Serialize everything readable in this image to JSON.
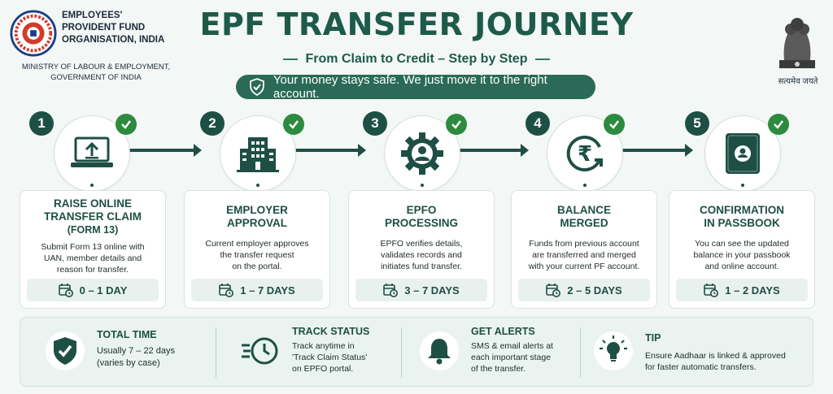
{
  "org": {
    "name": "EMPLOYEES' PROVIDENT FUND ORGANISATION, INDIA",
    "ministry": "MINISTRY OF LABOUR & EMPLOYMENT, GOVERNMENT OF INDIA"
  },
  "header": {
    "title": "EPF TRANSFER JOURNEY",
    "subtitle": "From Claim to Credit – Step by Step",
    "banner": "Your money stays safe. We just move it to the right account.",
    "motto": "सत्यमेव जयते"
  },
  "colors": {
    "primary": "#1e4f44",
    "accent": "#2a6a56",
    "check": "#2d8a3e",
    "background": "#f3f7f5"
  },
  "steps": [
    {
      "number": "1",
      "icon": "laptop-upload-icon",
      "title": "RAISE ONLINE\nTRANSFER CLAIM",
      "subtitle": "(FORM 13)",
      "description": "Submit Form 13 online with\nUAN, member details and\nreason for transfer.",
      "duration": "0 – 1 DAY"
    },
    {
      "number": "2",
      "icon": "building-icon",
      "title": "EMPLOYER\nAPPROVAL",
      "subtitle": "",
      "description": "Current employer approves\nthe transfer request\non the portal.",
      "duration": "1 – 7 DAYS"
    },
    {
      "number": "3",
      "icon": "gear-person-icon",
      "title": "EPFO\nPROCESSING",
      "subtitle": "",
      "description": "EPFO verifies details,\nvalidates records and\ninitiates fund transfer.",
      "duration": "3 – 7 DAYS"
    },
    {
      "number": "4",
      "icon": "rupee-cycle-icon",
      "title": "BALANCE\nMERGED",
      "subtitle": "",
      "description": "Funds from previous account\nare transferred and merged\nwith your current PF account.",
      "duration": "2 – 5 DAYS"
    },
    {
      "number": "5",
      "icon": "passbook-icon",
      "title": "CONFIRMATION\nIN PASSBOOK",
      "subtitle": "",
      "description": "You can see the updated\nbalance in your passbook\nand online account.",
      "duration": "1 – 2 DAYS"
    }
  ],
  "info": [
    {
      "icon": "shield-check-icon",
      "title": "TOTAL TIME",
      "text": "Usually 7 – 22 days\n(varies by case)"
    },
    {
      "icon": "clock-track-icon",
      "title": "TRACK STATUS",
      "text": "Track anytime in\n'Track Claim Status'\non EPFO portal."
    },
    {
      "icon": "bell-icon",
      "title": "GET ALERTS",
      "text": "SMS & email alerts at\neach important stage\nof the transfer."
    },
    {
      "icon": "lightbulb-icon",
      "title": "TIP",
      "text": "Ensure Aadhaar is linked & approved\nfor faster automatic transfers."
    }
  ]
}
